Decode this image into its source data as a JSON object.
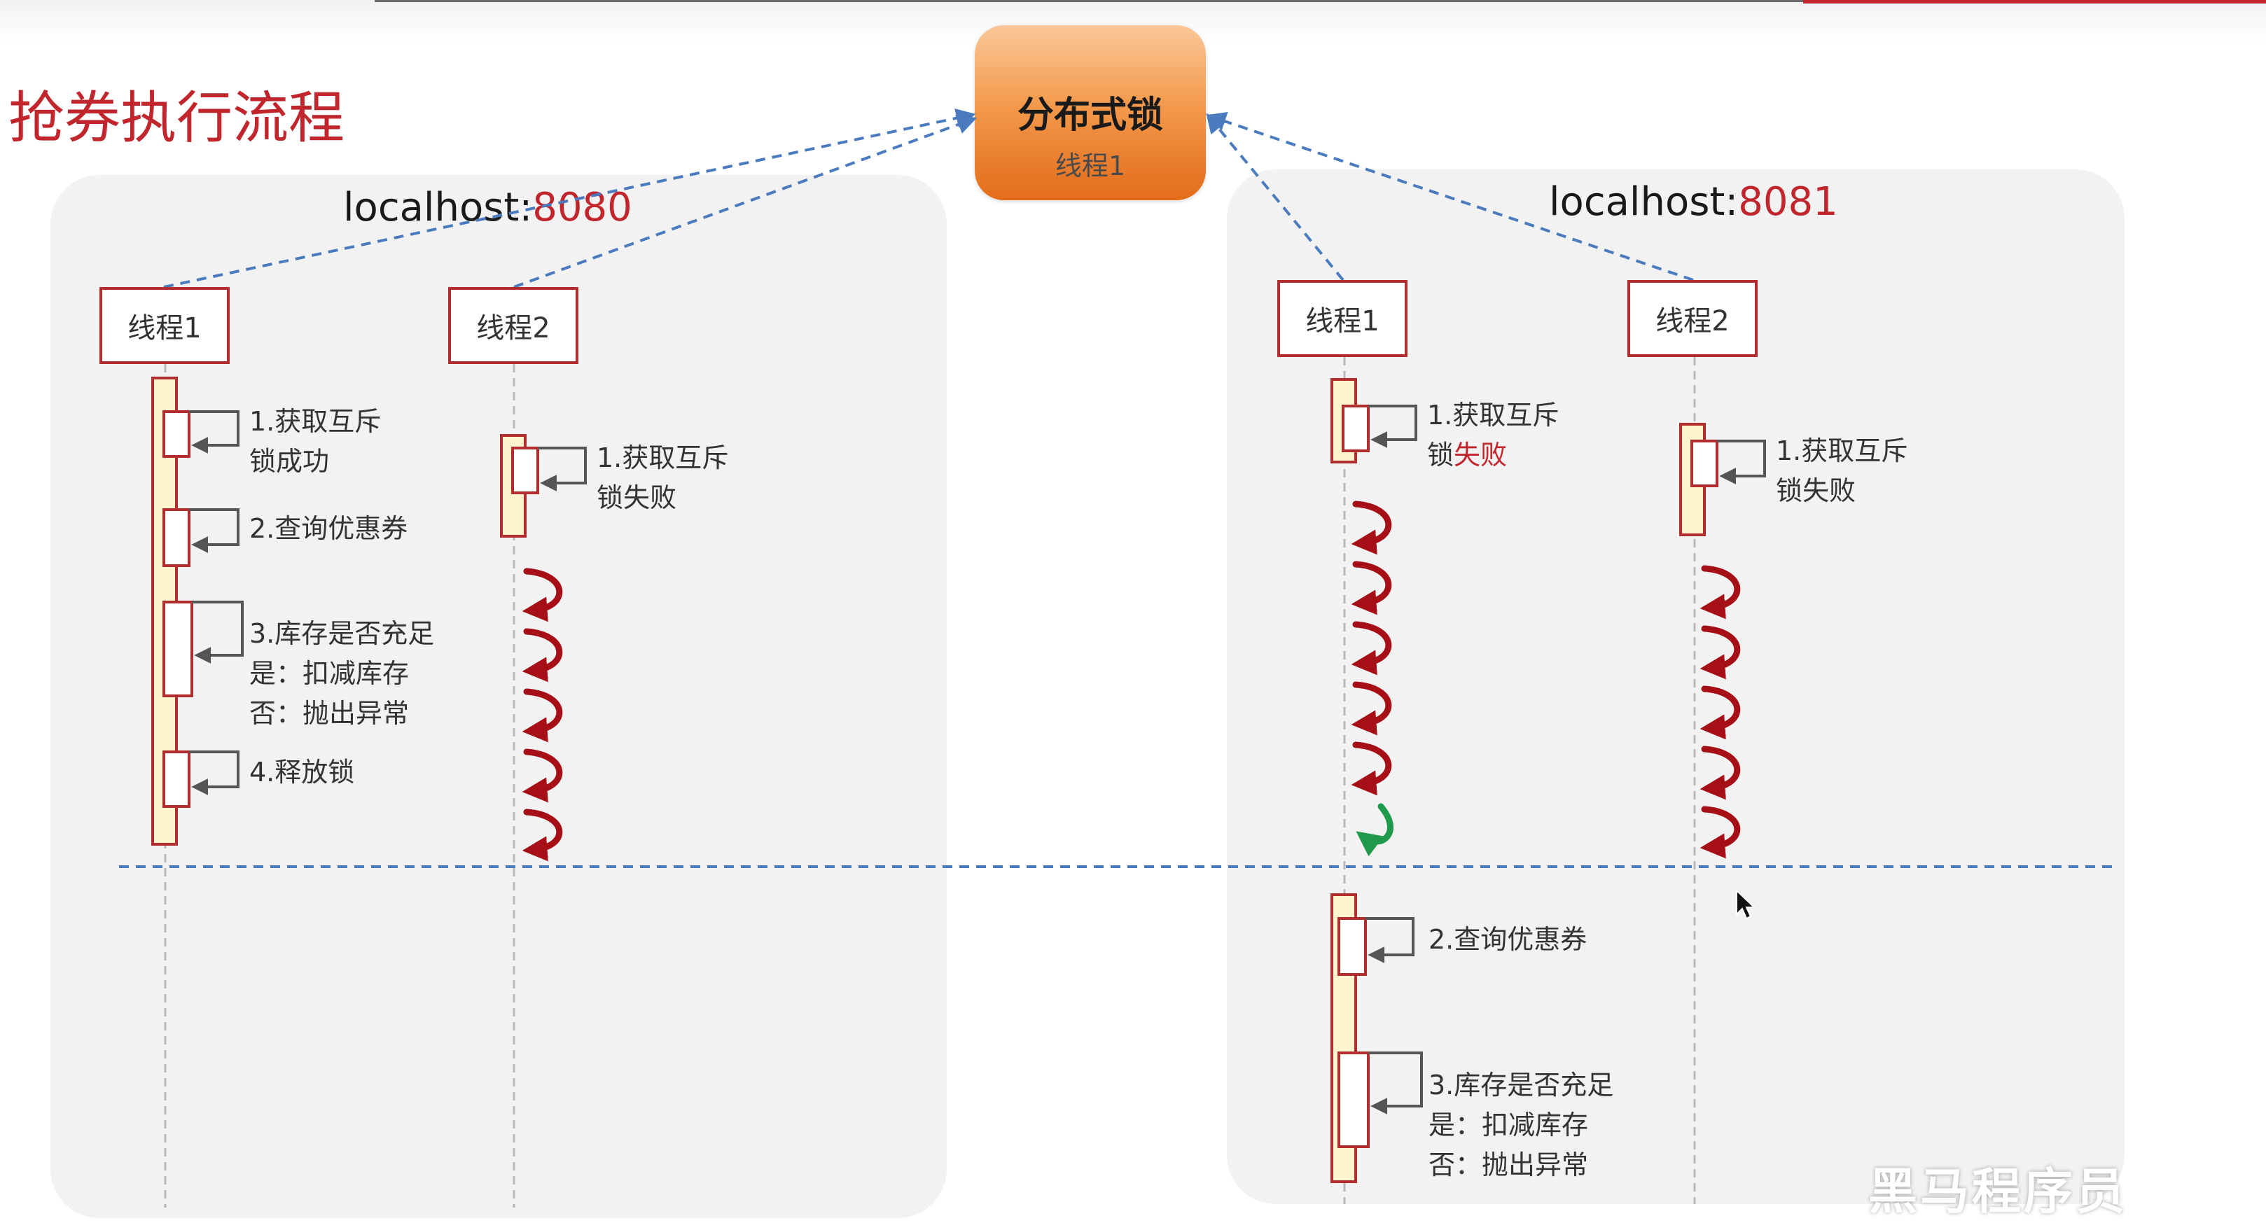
{
  "title": "抢券执行流程",
  "lock": {
    "title": "分布式锁",
    "holder": "线程1"
  },
  "servers": [
    {
      "host": "localhost:",
      "port": "8080"
    },
    {
      "host": "localhost:",
      "port": "8081"
    }
  ],
  "threads": [
    "线程1",
    "线程2",
    "线程1",
    "线程2"
  ],
  "steps": {
    "s8080_t1_acquire": "1.获取互斥\n锁成功",
    "s8080_t1_query": "2.查询优惠券",
    "s8080_t1_stock": "3.库存是否充足\n是：扣减库存\n否：抛出异常",
    "s8080_t1_release": "4.释放锁",
    "s8080_t2_acquire": "1.获取互斥\n锁失败",
    "s8081_t1_acquire_a": "1.获取互斥\n锁",
    "s8081_t1_acquire_b": "失败",
    "s8081_t2_acquire": "1.获取互斥\n锁失败",
    "s8081_t1_query": "2.查询优惠券",
    "s8081_t1_stock": "3.库存是否充足\n是：扣减库存\n否：抛出异常"
  },
  "watermark": "黑马程序员",
  "colors": {
    "accent": "#c0262c",
    "arrow_blue": "#4a7bbf",
    "retry_red": "#a50f15",
    "retry_green": "#1f9a4a",
    "lock_orange": "#ee7f2e"
  },
  "icons": {
    "retry_fail": "curved-retry-arrow-icon",
    "retry_success": "curved-retry-arrow-green-icon",
    "cursor": "mouse-pointer-icon"
  }
}
